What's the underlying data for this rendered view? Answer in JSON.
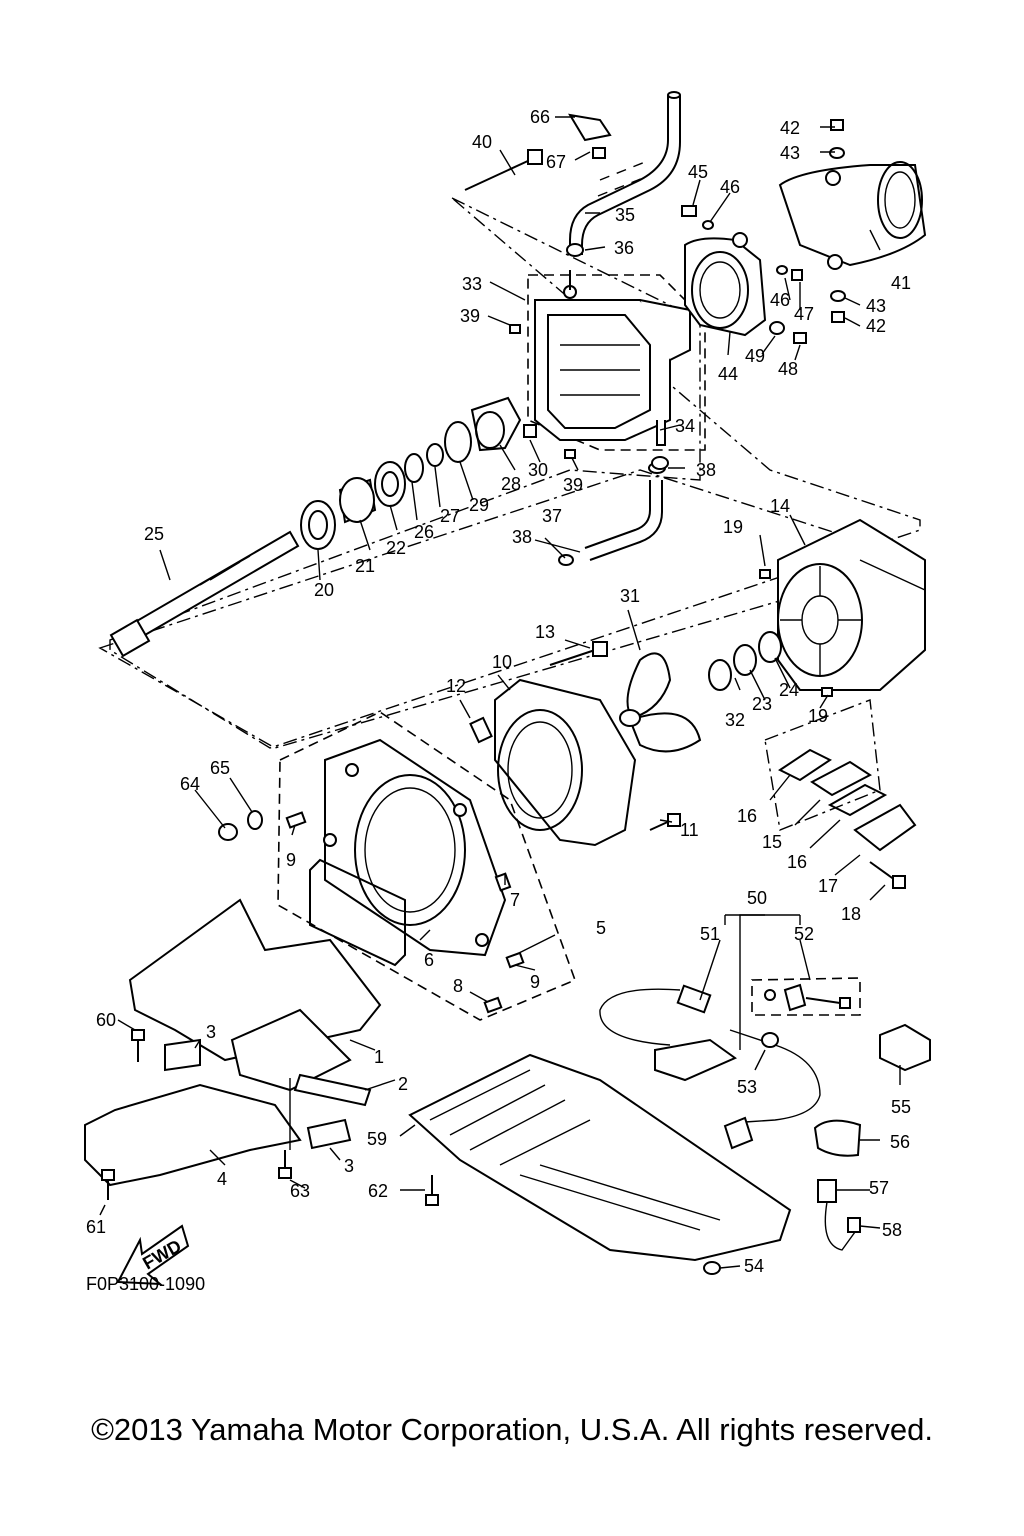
{
  "diagram": {
    "drawing_code": "F0P3100-1090",
    "fwd_arrow_label": "FWD",
    "part_labels": [
      "1",
      "2",
      "3",
      "3",
      "4",
      "5",
      "6",
      "7",
      "8",
      "9",
      "9",
      "10",
      "11",
      "12",
      "13",
      "14",
      "15",
      "16",
      "16",
      "17",
      "18",
      "19",
      "19",
      "20",
      "21",
      "22",
      "23",
      "24",
      "25",
      "26",
      "27",
      "28",
      "29",
      "30",
      "31",
      "32",
      "33",
      "34",
      "35",
      "36",
      "37",
      "38",
      "38",
      "39",
      "39",
      "40",
      "41",
      "42",
      "42",
      "43",
      "43",
      "44",
      "45",
      "46",
      "46",
      "47",
      "48",
      "49",
      "50",
      "51",
      "52",
      "53",
      "54",
      "55",
      "56",
      "57",
      "58",
      "59",
      "60",
      "61",
      "62",
      "63",
      "64",
      "65",
      "66",
      "67"
    ]
  },
  "footer": {
    "copyright": "©2013 Yamaha Motor Corporation, U.S.A. All rights reserved."
  }
}
